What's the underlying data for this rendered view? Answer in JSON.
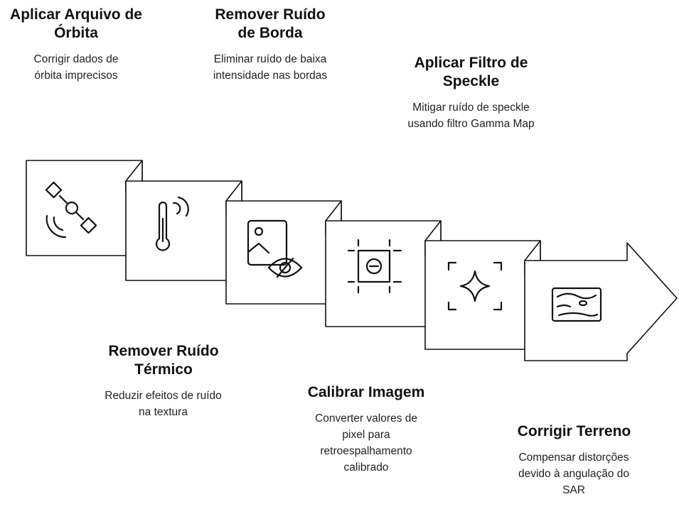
{
  "steps": [
    {
      "title": "Aplicar Arquivo de Órbita",
      "desc": "Corrigir dados de órbita imprecisos",
      "icon": "satellite-icon"
    },
    {
      "title": "Remover Ruído Térmico",
      "desc": "Reduzir efeitos de ruído na textura",
      "icon": "thermometer-icon"
    },
    {
      "title": "Remover Ruído de Borda",
      "desc": "Eliminar ruído de baixa intensidade nas bordas",
      "icon": "image-hide-icon"
    },
    {
      "title": "Calibrar Imagem",
      "desc": "Converter valores de pixel para retroespalhamento calibrado",
      "icon": "crop-minus-icon"
    },
    {
      "title": "Aplicar Filtro de Speckle",
      "desc": "Mitigar ruído de speckle usando filtro Gamma Map",
      "icon": "sparkle-focus-icon"
    },
    {
      "title": "Corrigir Terreno",
      "desc": "Compensar distorções devido à angulação do SAR",
      "icon": "terrain-map-icon"
    }
  ]
}
